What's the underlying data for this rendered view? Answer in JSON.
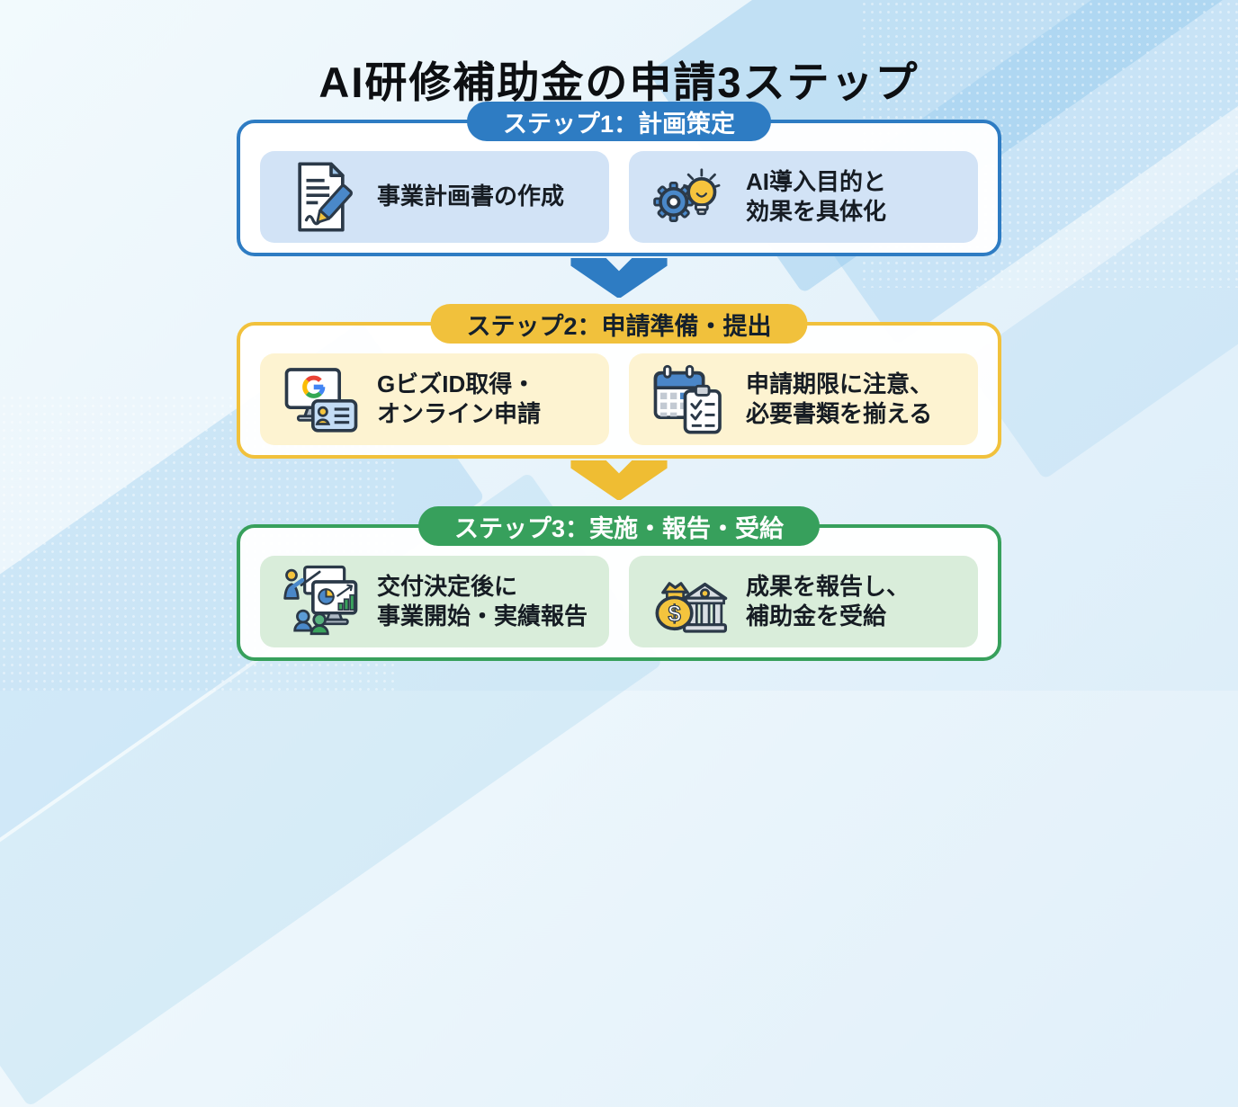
{
  "page": {
    "title": "AI研修補助金の申請3ステップ"
  },
  "colors": {
    "step1_accent": "#2e7cc3",
    "step2_accent": "#f1c13c",
    "step3_accent": "#37a05c",
    "card1_bg": "#d2e3f6",
    "card2_bg": "#fdf3d1",
    "card3_bg": "#d9edda",
    "title_color": "#0d0f12",
    "background": "#e9f4fb"
  },
  "steps": [
    {
      "badge": "ステップ1：計画策定",
      "theme": "blue",
      "cards": [
        {
          "icon": "document-pen-icon",
          "lines": [
            "事業計画書の作成"
          ]
        },
        {
          "icon": "gear-lightbulb-icon",
          "lines": [
            "AI導入目的と",
            "効果を具体化"
          ]
        }
      ]
    },
    {
      "badge": "ステップ2：申請準備・提出",
      "theme": "yellow",
      "cards": [
        {
          "icon": "monitor-gbizid-icon",
          "lines": [
            "GビズID取得・",
            "オンライン申請"
          ]
        },
        {
          "icon": "calendar-checklist-icon",
          "lines": [
            "申請期限に注意、",
            "必要書類を揃える"
          ]
        }
      ]
    },
    {
      "badge": "ステップ3：実施・報告・受給",
      "theme": "green",
      "cards": [
        {
          "icon": "presentation-chart-icon",
          "lines": [
            "交付決定後に",
            "事業開始・実績報告"
          ]
        },
        {
          "icon": "moneybag-bank-icon",
          "lines": [
            "成果を報告し、",
            "補助金を受給"
          ]
        }
      ]
    }
  ],
  "arrows": [
    {
      "direction": "down",
      "color": "#2e7cc3"
    },
    {
      "direction": "down",
      "color": "#efbd33"
    }
  ]
}
